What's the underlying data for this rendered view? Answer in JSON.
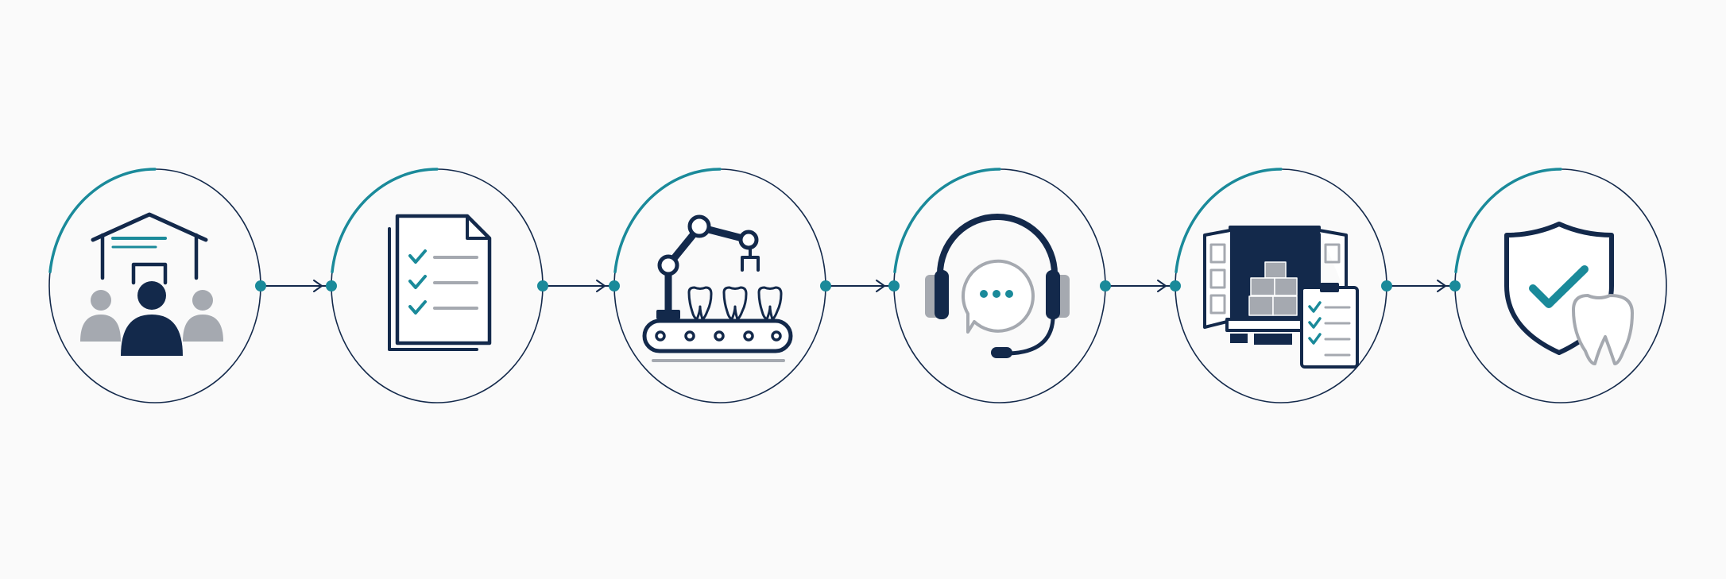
{
  "colors": {
    "navy": "#13294b",
    "teal": "#1a8a9a",
    "gray": "#a5a9b0",
    "background": "#fafafa"
  },
  "steps": [
    {
      "id": "consultation",
      "icon": "team-house-icon"
    },
    {
      "id": "documentation",
      "icon": "checklist-document-icon"
    },
    {
      "id": "production",
      "icon": "robotic-arm-conveyor-icon"
    },
    {
      "id": "support",
      "icon": "headset-chat-icon"
    },
    {
      "id": "logistics",
      "icon": "delivery-truck-clipboard-icon"
    },
    {
      "id": "quality",
      "icon": "shield-check-tooth-icon"
    }
  ],
  "connectors": [
    {
      "from": "consultation",
      "to": "documentation"
    },
    {
      "from": "documentation",
      "to": "production"
    },
    {
      "from": "production",
      "to": "support"
    },
    {
      "from": "support",
      "to": "logistics"
    },
    {
      "from": "logistics",
      "to": "quality"
    }
  ]
}
